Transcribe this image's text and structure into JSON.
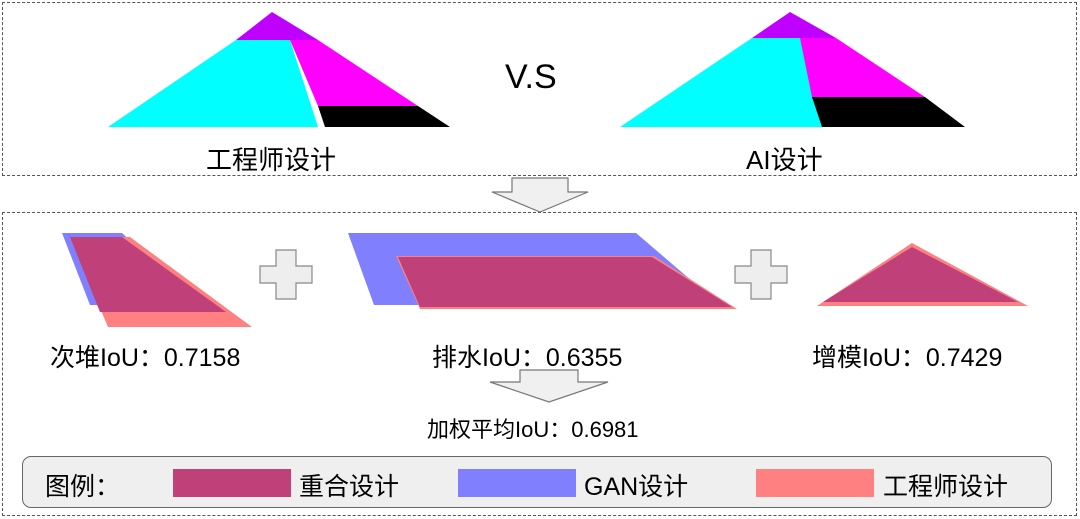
{
  "comparison": {
    "left_caption": "工程师设计",
    "vs_label": "V.S",
    "right_caption": "AI设计"
  },
  "metrics": [
    {
      "label": "次堆IoU：0.7158",
      "iou": 0.7158
    },
    {
      "label": "排水IoU：0.6355",
      "iou": 0.6355
    },
    {
      "label": "增模IoU：0.7429",
      "iou": 0.7429
    }
  ],
  "weighted_average": {
    "label": "加权平均IoU：0.6981",
    "iou": 0.6981
  },
  "legend": {
    "title": "图例：",
    "items": [
      {
        "label": "重合设计",
        "color": "#c0407a"
      },
      {
        "label": "GAN设计",
        "color": "#8080ff"
      },
      {
        "label": "工程师设计",
        "color": "#ff8080"
      }
    ]
  },
  "colors": {
    "cyan": "#00ffff",
    "magenta": "#ff00ff",
    "violet": "#c000ff",
    "black": "#000000",
    "overlap": "#c0407a",
    "gan": "#8080ff",
    "engineer": "#ff8080",
    "arrow_fill": "#f0f0f0",
    "plus_fill": "#eeeeee"
  }
}
